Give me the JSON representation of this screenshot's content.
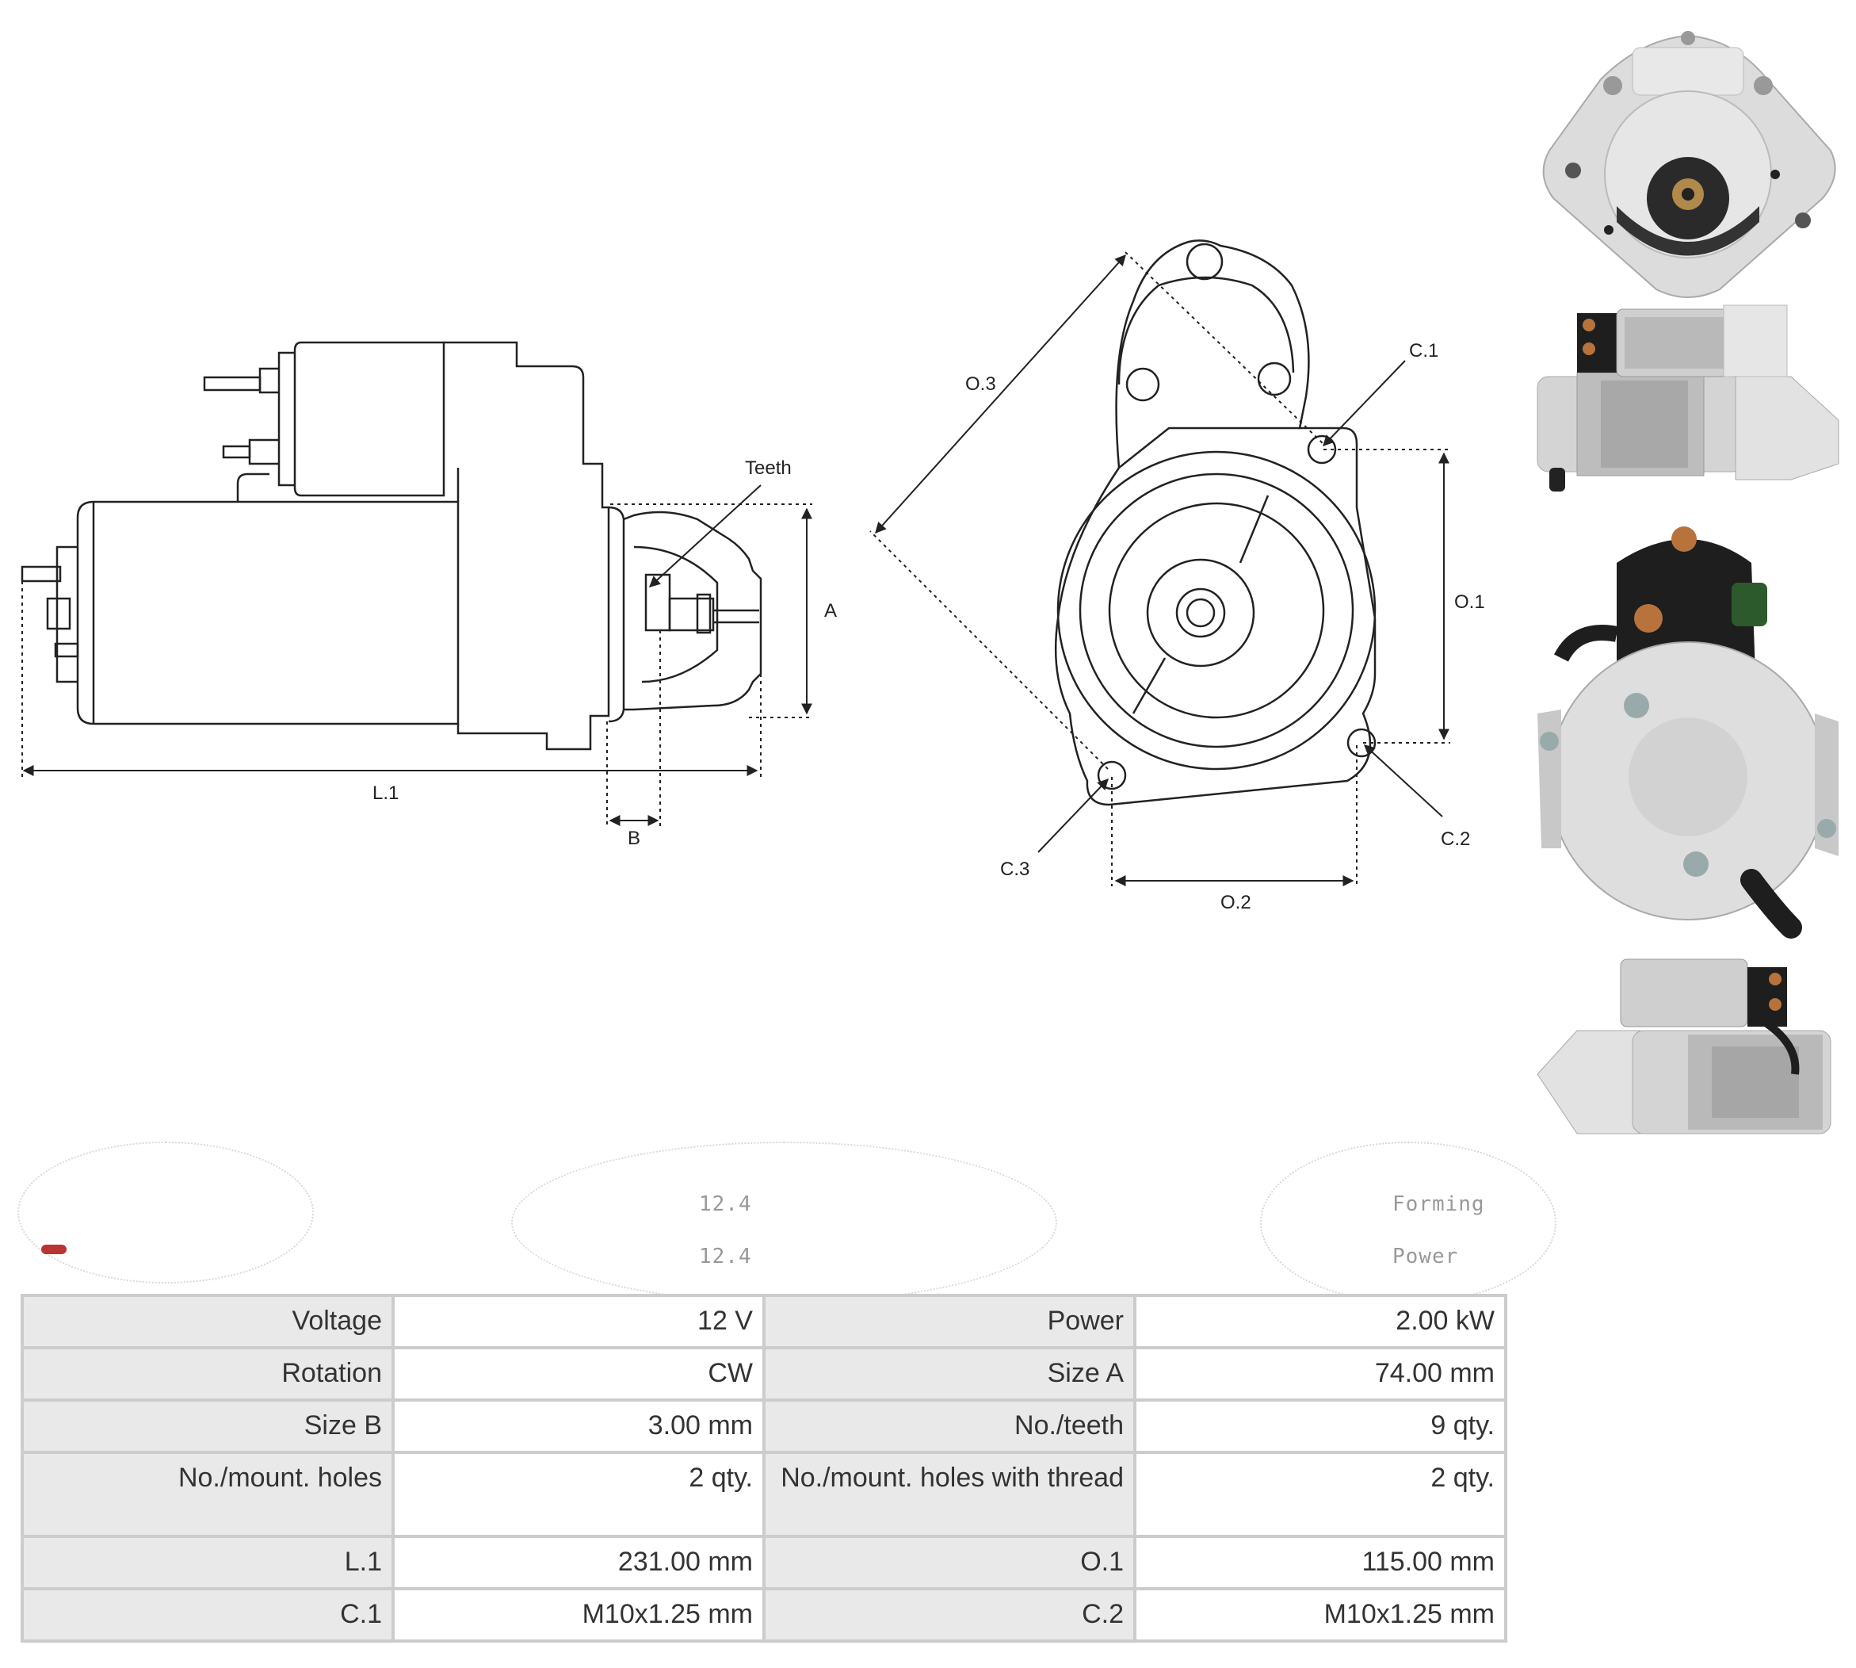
{
  "diagram": {
    "side_view": {
      "teeth_label": "Teeth",
      "a_label": "A",
      "b_label": "B",
      "l1_label": "L.1"
    },
    "front_view": {
      "o1_label": "O.1",
      "o2_label": "O.2",
      "o3_label": "O.3",
      "c1_label": "C.1",
      "c2_label": "C.2",
      "c3_label": "C.3"
    }
  },
  "photos": [
    {
      "name": "front-flange-photo"
    },
    {
      "name": "side-top-photo"
    },
    {
      "name": "rear-terminal-photo"
    },
    {
      "name": "side-bottom-photo"
    }
  ],
  "faint_overlay": {
    "middle_top": "12.4",
    "middle_bottom": "12.4",
    "right_top": "Forming",
    "right_bottom": "Power"
  },
  "colors": {
    "table_header_bg": "#e9e9e9",
    "table_border": "#cccccc",
    "metal_light": "#dcdcdc",
    "metal_dark": "#8a8a8a",
    "solenoid_black": "#1e1e1e",
    "copper": "#b8733d"
  },
  "specs": [
    [
      {
        "k": "Voltage",
        "v": "12 V"
      },
      {
        "k": "Power",
        "v": "2.00 kW"
      }
    ],
    [
      {
        "k": "Rotation",
        "v": "CW"
      },
      {
        "k": "Size A",
        "v": "74.00 mm"
      }
    ],
    [
      {
        "k": "Size B",
        "v": "3.00 mm"
      },
      {
        "k": "No./teeth",
        "v": "9 qty."
      }
    ],
    [
      {
        "k": "No./mount. holes",
        "v": "2 qty."
      },
      {
        "k": "No./mount. holes with thread",
        "v": "2 qty."
      }
    ],
    [
      {
        "k": "L.1",
        "v": "231.00 mm"
      },
      {
        "k": "O.1",
        "v": "115.00 mm"
      }
    ],
    [
      {
        "k": "C.1",
        "v": "M10x1.25 mm"
      },
      {
        "k": "C.2",
        "v": "M10x1.25 mm"
      }
    ]
  ]
}
